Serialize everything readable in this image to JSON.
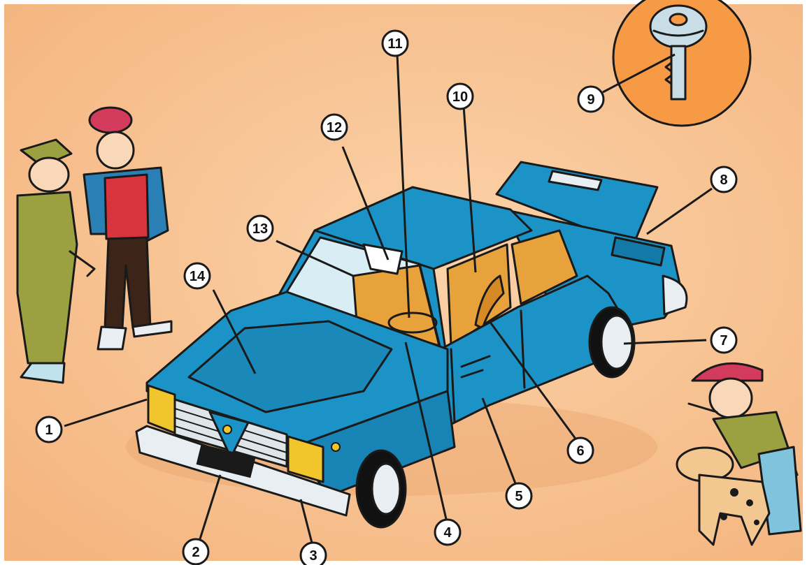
{
  "colors": {
    "background": "#f8c08e",
    "car_body": "#1c93c6",
    "car_shadow": "#137aa8",
    "interior": "#e8a23c",
    "headlight": "#f1c62c",
    "chrome": "#e9eef2",
    "key_circle": "#f79a45"
  },
  "callouts": [
    {
      "id": 1,
      "label": "1"
    },
    {
      "id": 2,
      "label": "2"
    },
    {
      "id": 3,
      "label": "3"
    },
    {
      "id": 4,
      "label": "4"
    },
    {
      "id": 5,
      "label": "5"
    },
    {
      "id": 6,
      "label": "6"
    },
    {
      "id": 7,
      "label": "7"
    },
    {
      "id": 8,
      "label": "8"
    },
    {
      "id": 9,
      "label": "9"
    },
    {
      "id": 10,
      "label": "10"
    },
    {
      "id": 11,
      "label": "11"
    },
    {
      "id": 12,
      "label": "12"
    },
    {
      "id": 13,
      "label": "13"
    },
    {
      "id": 14,
      "label": "14"
    }
  ],
  "figures": [
    "mechanic",
    "owner",
    "boy",
    "spotted-dog"
  ],
  "icons": [
    "car-key-icon"
  ]
}
